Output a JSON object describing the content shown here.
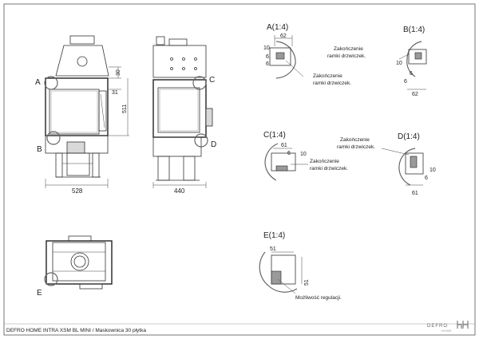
{
  "front_view": {
    "markers": [
      "A",
      "B"
    ],
    "dims": [
      "30",
      "31",
      "511",
      "528"
    ]
  },
  "side_view": {
    "markers": [
      "C",
      "D"
    ],
    "dims": [
      "440"
    ]
  },
  "top_view": {
    "markers": [
      "E"
    ]
  },
  "details": {
    "A": {
      "title": "A(1:4)",
      "dims": [
        "62",
        "10",
        "6",
        "6"
      ],
      "note": "Zakończenie ramki drzwiczek."
    },
    "B": {
      "title": "B(1:4)",
      "dims": [
        "10",
        "6",
        "6",
        "62"
      ],
      "note": "Zakończenie ramki drzwiczek."
    },
    "C": {
      "title": "C(1:4)",
      "dims": [
        "61",
        "6",
        "10"
      ],
      "note": "Zakończenie ramki drzwiczek."
    },
    "D": {
      "title": "D(1:4)",
      "dims": [
        "10",
        "6",
        "61"
      ],
      "note": "Zakończenie ramki drzwiczek."
    },
    "E": {
      "title": "E(1:4)",
      "dims": [
        "51",
        "51"
      ],
      "note": "Możliwość regulacji."
    }
  },
  "footer": {
    "caption": "DEFRO HOME INTRA XSM BL MINI  / Maskownica 30 płytka",
    "logo": "DEFRO",
    "logo_sub": "HOME"
  }
}
